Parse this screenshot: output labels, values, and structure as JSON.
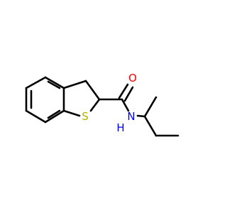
{
  "molecule": {
    "atoms": {
      "oxygen": {
        "symbol": "O",
        "color": "#ff0000"
      },
      "sulfur": {
        "symbol": "S",
        "color": "#b2b200"
      },
      "nitrogen": {
        "symbol": "N",
        "color": "#0000ff"
      },
      "amide_hydrogen": {
        "symbol": "H",
        "color": "#0000ff"
      }
    },
    "bond_color": "#000000"
  }
}
